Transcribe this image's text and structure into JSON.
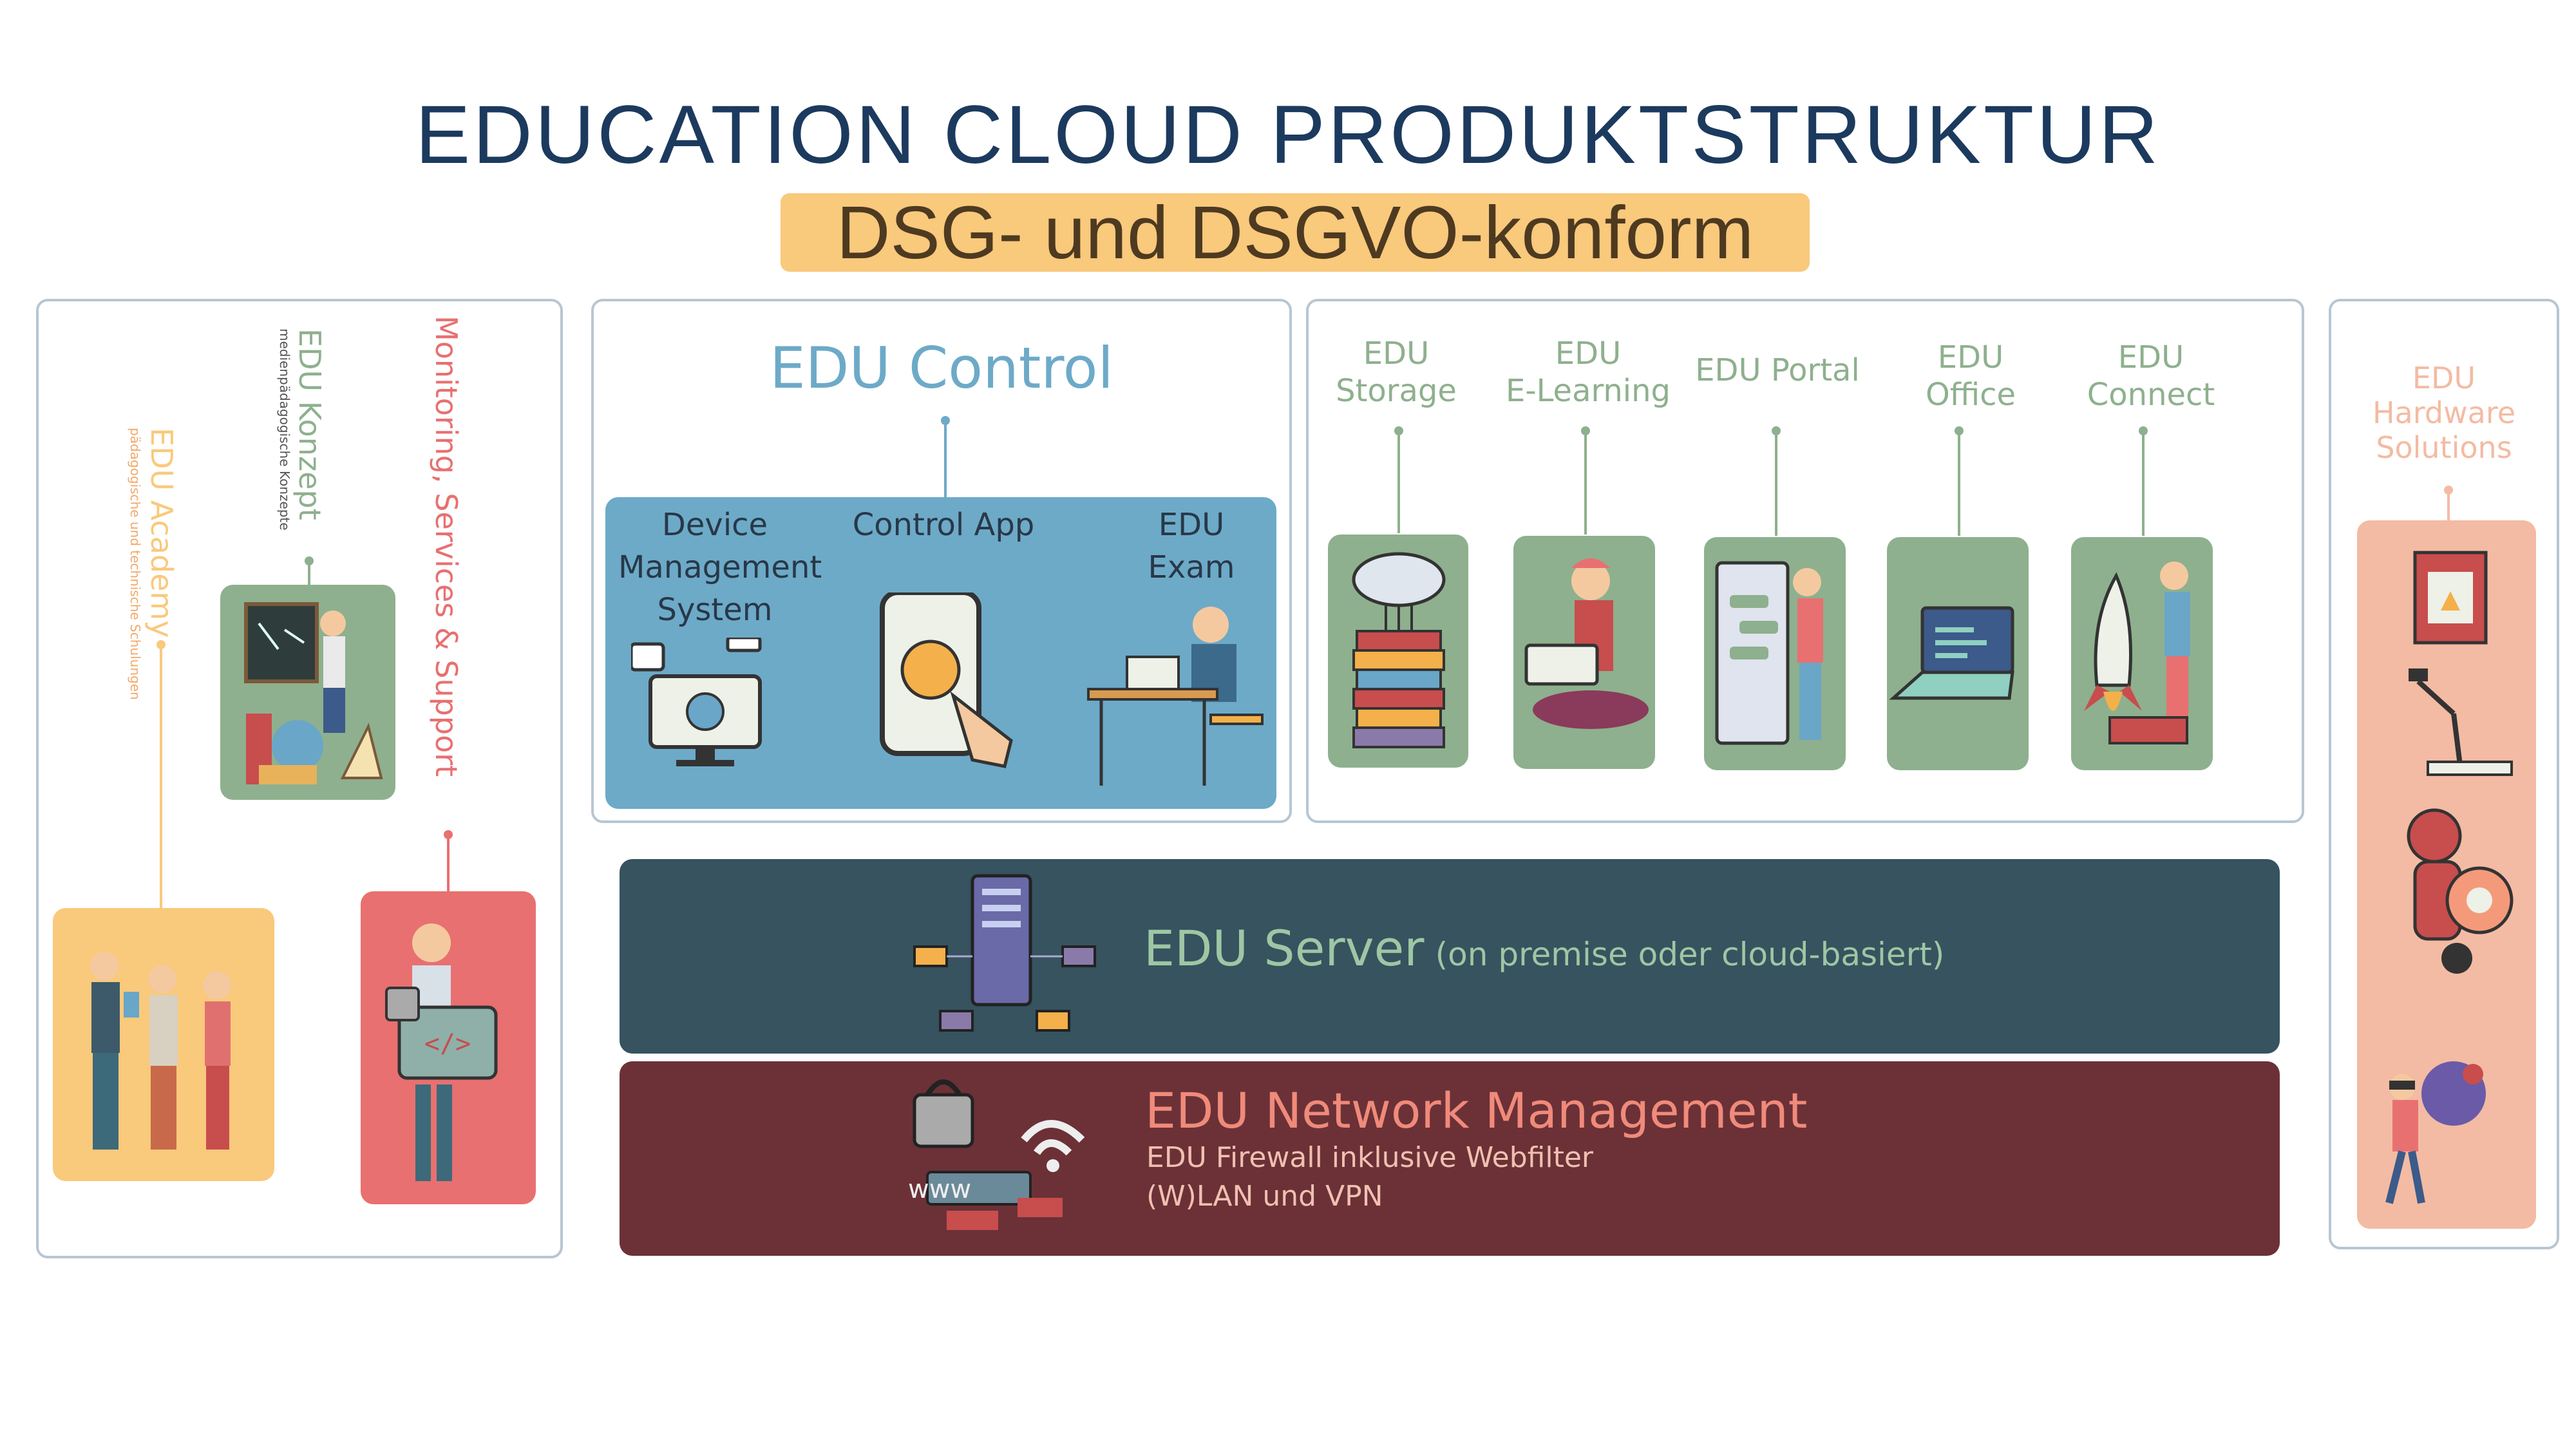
{
  "header": {
    "title": "EDUCATION CLOUD PRODUKTSTRUKTUR",
    "subtitle": "DSG- und DSGVO-konform"
  },
  "left": {
    "konzept": {
      "title": "EDU Konzept",
      "sub": "medienpädagogische Konzepte"
    },
    "academy": {
      "title": "EDU Academy",
      "sub": "pädagogische und technische Schulungen"
    },
    "monitoring": {
      "title": "Monitoring, Services & Support"
    }
  },
  "control": {
    "title": "EDU Control",
    "items": [
      {
        "label": "Device\nManagement\nSystem"
      },
      {
        "label": "Control App"
      },
      {
        "label": "EDU\nExam"
      }
    ]
  },
  "apps": [
    {
      "label": "EDU\nStorage"
    },
    {
      "label": "EDU\nE-Learning"
    },
    {
      "label": "EDU Portal"
    },
    {
      "label": "EDU\nOffice"
    },
    {
      "label": "EDU\nConnect"
    }
  ],
  "hardware": {
    "title": "EDU\nHardware\nSolutions"
  },
  "server": {
    "title": "EDU Server",
    "sub": "(on premise oder cloud-basiert)"
  },
  "network": {
    "title": "EDU Network Management",
    "line1": "EDU Firewall inklusive Webfilter",
    "line2": "(W)LAN und VPN"
  },
  "colors": {
    "navy": "#1c3a5e",
    "highlight": "#f9c97c",
    "control_blue": "#6daac8",
    "sage": "#8eb08e",
    "server": "#36535f",
    "network": "#6b3137",
    "salmon": "#f3bba3",
    "coral": "#e87070",
    "academy_orange": "#f9c97c"
  }
}
